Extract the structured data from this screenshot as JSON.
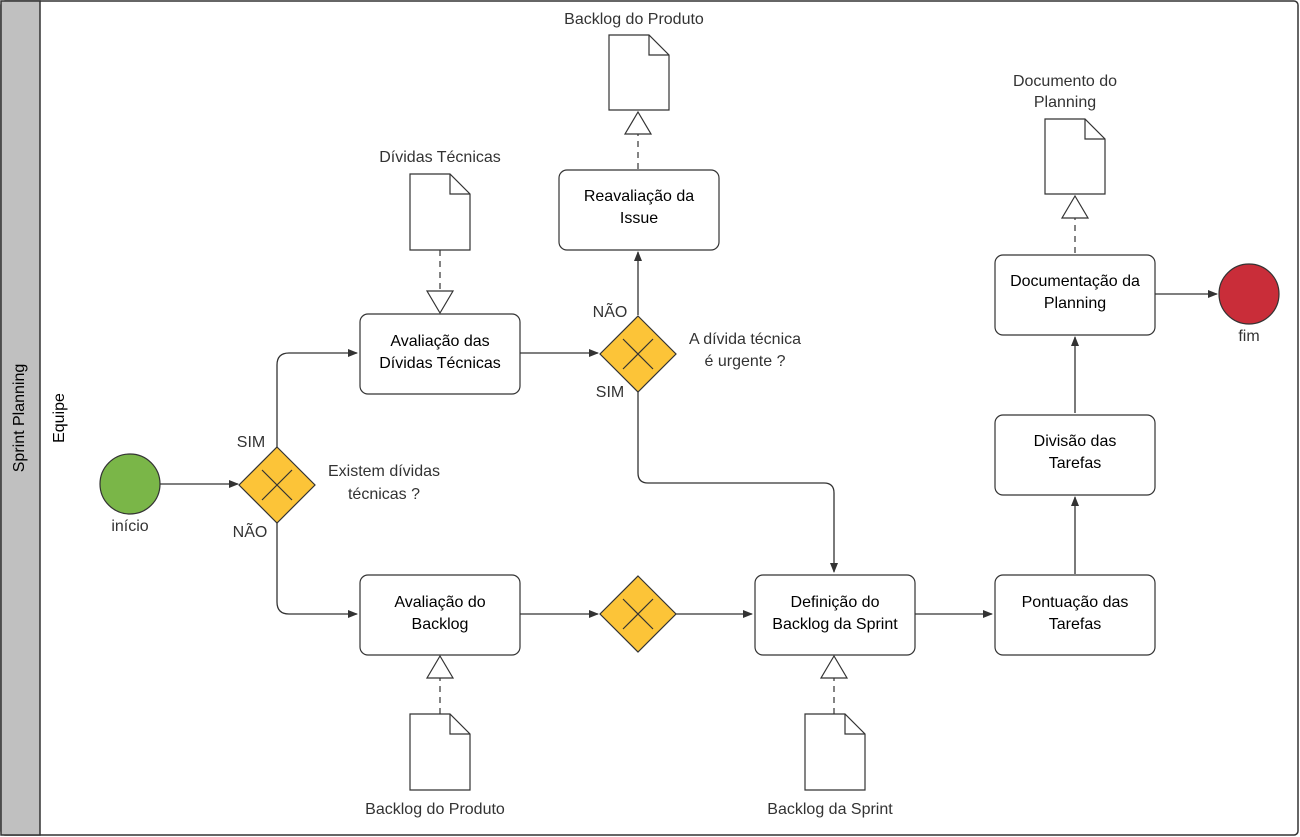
{
  "pool": {
    "title": "Sprint Planning",
    "lane": "Equipe"
  },
  "events": {
    "start": "início",
    "end": "fim"
  },
  "tasks": {
    "avaliacao_dividas": [
      "Avaliação das",
      "Dívidas Técnicas"
    ],
    "reavaliacao_issue": [
      "Reavaliação da",
      "Issue"
    ],
    "avaliacao_backlog": [
      "Avaliação do",
      "Backlog"
    ],
    "definicao_backlog": [
      "Definição do",
      "Backlog da Sprint"
    ],
    "pontuacao_tarefas": [
      "Pontuação das",
      "Tarefas"
    ],
    "divisao_tarefas": [
      "Divisão das",
      "Tarefas"
    ],
    "documentacao_planning": [
      "Documentação da",
      "Planning"
    ]
  },
  "gateways": {
    "existem_dividas": [
      "Existem dívidas",
      "técnicas ?"
    ],
    "divida_urgente": [
      "A dívida técnica",
      "é urgente ?"
    ]
  },
  "flow_labels": {
    "g1_yes": "SIM",
    "g1_no": "NÃO",
    "g2_yes": "SIM",
    "g2_no": "NÃO"
  },
  "documents": {
    "backlog_produto_top": "Backlog do Produto",
    "dividas_tecnicas": "Dívidas Técnicas",
    "documento_planning": [
      "Documento do",
      "Planning"
    ],
    "backlog_produto_bottom": "Backlog do Produto",
    "backlog_sprint": "Backlog da Sprint"
  },
  "colors": {
    "start": "#7ab648",
    "end": "#c92d39",
    "gateway": "#fcc438",
    "pool_header": "#c0c0c0",
    "lane_header": "#ffffff",
    "stroke": "#333333"
  }
}
